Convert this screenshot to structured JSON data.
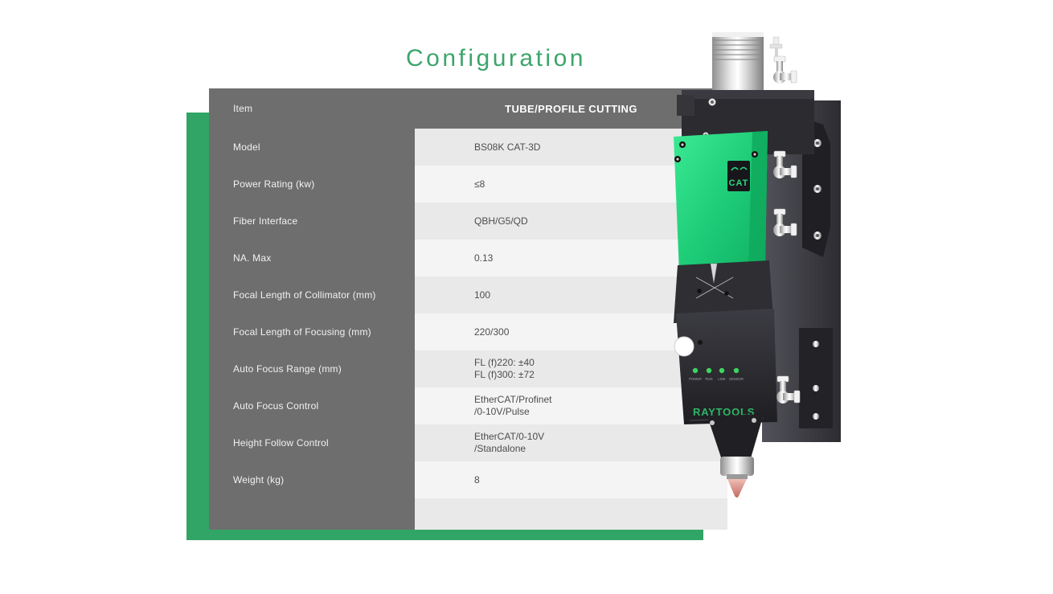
{
  "page": {
    "title": "Configuration"
  },
  "colors": {
    "accent_green": "#31A565",
    "title_green": "#3CA56C",
    "table_gray": "#6E6E6E",
    "row_dark": "#E9E9E9",
    "row_light": "#F4F4F4",
    "panel_green": "#1ECC78",
    "led_green": "#3ED45F",
    "logo_green": "#2EB566"
  },
  "table": {
    "header": {
      "label": "Item",
      "value": "TUBE/PROFILE CUTTING"
    },
    "rows": [
      {
        "label": "Model",
        "value": "BS08K CAT-3D"
      },
      {
        "label": "Power Rating (kw)",
        "value": "≤8"
      },
      {
        "label": "Fiber Interface",
        "value": "QBH/G5/QD"
      },
      {
        "label": "NA. Max",
        "value": "0.13"
      },
      {
        "label": "Focal Length of Collimator (mm)",
        "value": "100"
      },
      {
        "label": "Focal Length of Focusing (mm)",
        "value": "220/300"
      },
      {
        "label": "Auto Focus Range (mm)",
        "value": "FL (f)220: ±40\nFL (f)300: ±72"
      },
      {
        "label": "Auto Focus Control",
        "value": "EtherCAT/Profinet\n/0-10V/Pulse"
      },
      {
        "label": "Height Follow Control",
        "value": "EtherCAT/0-10V\n/Standalone"
      },
      {
        "label": "Weight (kg)",
        "value": "8"
      }
    ]
  },
  "product": {
    "badge_text": "CAT",
    "led_labels": [
      "POWER",
      "RUN",
      "LINK",
      "SENSOR"
    ],
    "logo_text": "RAYTOOLS"
  }
}
